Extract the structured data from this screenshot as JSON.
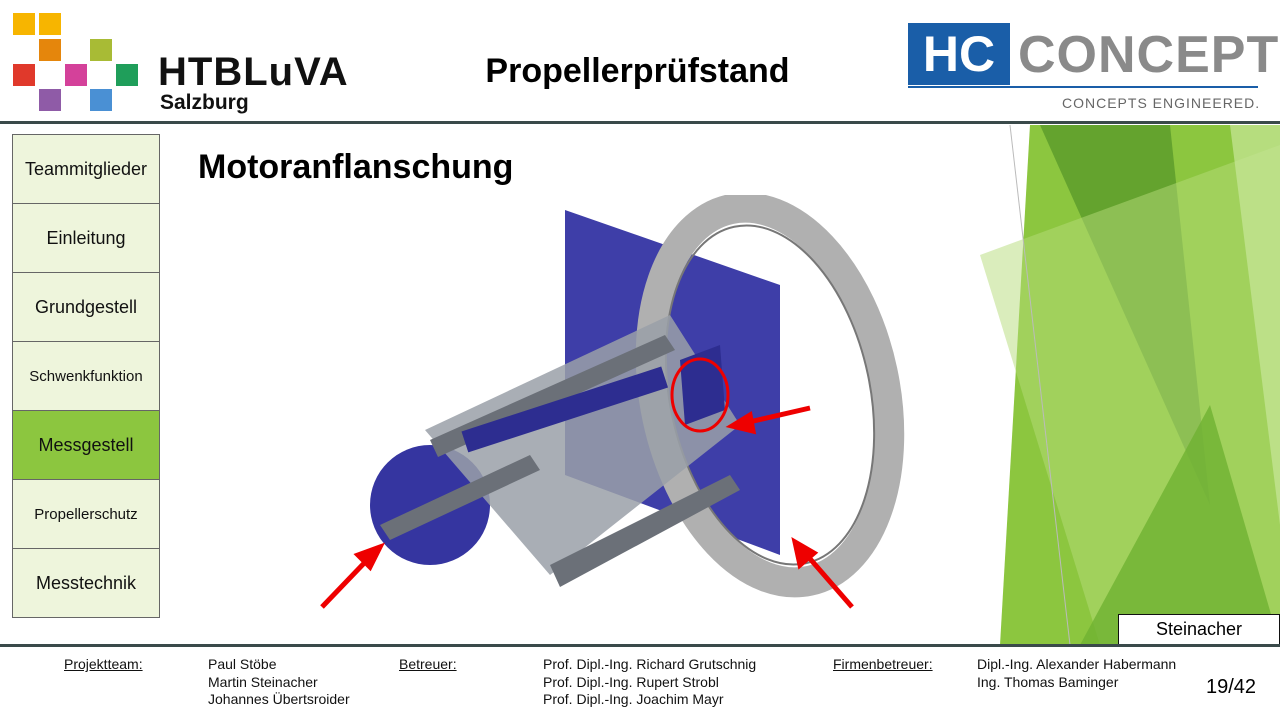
{
  "header": {
    "school_name": "HTBLuVA",
    "school_city": "Salzburg",
    "title": "Propellerprüfstand",
    "partner_logo_short": "HC",
    "partner_logo_word": "CONCEPTS",
    "partner_tagline": "CONCEPTS ENGINEERED."
  },
  "nav": {
    "items": [
      {
        "label": "Teammitglieder"
      },
      {
        "label": "Einleitung"
      },
      {
        "label": "Grundgestell"
      },
      {
        "label": "Schwenkfunktion"
      },
      {
        "label": "Messgestell",
        "active": true
      },
      {
        "label": "Propellerschutz"
      },
      {
        "label": "Messtechnik"
      }
    ]
  },
  "slide": {
    "heading": "Motoranflanschung",
    "author_tag": "Steinacher"
  },
  "footer": {
    "team_label": "Projektteam:",
    "team": [
      "Paul Stöbe",
      "Martin Steinacher",
      "Johannes Übertsroider"
    ],
    "supervisor_label": "Betreuer:",
    "supervisors": [
      "Prof. Dipl.-Ing. Richard Grutschnig",
      "Prof. Dipl.-Ing. Rupert Strobl",
      "Prof. Dipl.-Ing. Joachim Mayr"
    ],
    "company_label": "Firmenbetreuer:",
    "company": [
      "Dipl.-Ing. Alexander Habermann",
      "Ing. Thomas Baminger"
    ],
    "page": "19/42"
  },
  "colors": {
    "accent": "#8cc63f",
    "nav_bg": "#eef5dc",
    "hc_blue": "#1a5ea8"
  }
}
